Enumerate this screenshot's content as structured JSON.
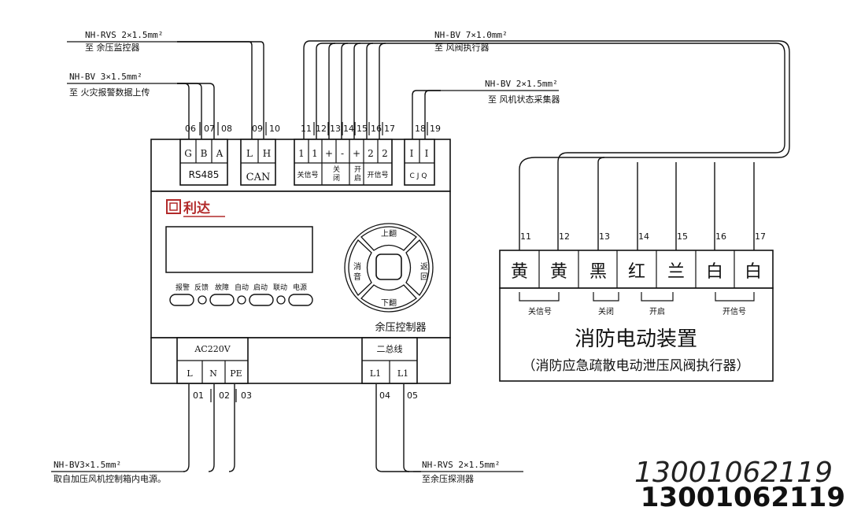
{
  "cables": {
    "can": {
      "spec": "NH-RVS 2×1.5mm²",
      "dest": "至 余压监控器"
    },
    "fire_alarm": {
      "spec": "NH-BV 3×1.5mm²",
      "dest": "至 火灾报警数据上传"
    },
    "damper": {
      "spec": "NH-BV 7×1.0mm²",
      "dest": "至 风阀执行器"
    },
    "fan": {
      "spec": "NH-BV 2×1.5mm²",
      "dest": "至 风机状态采集器"
    },
    "power": {
      "spec": "NH-BV3×1.5mm²",
      "dest": "取自加压风机控制箱内电源。"
    },
    "sensor": {
      "spec": "NH-RVS 2×1.5mm²",
      "dest": "至余压探测器"
    }
  },
  "top_terminals": {
    "numbers": [
      "06",
      "07",
      "08",
      "09",
      "10",
      "11",
      "12",
      "13",
      "14",
      "15",
      "16",
      "17",
      "18",
      "19"
    ],
    "labels": [
      "G",
      "B",
      "A",
      "L",
      "H",
      "1",
      "1",
      "+",
      "-",
      "+",
      "2",
      "2",
      "I",
      "I"
    ],
    "groups": {
      "rs485": "RS485",
      "can": "CAN",
      "close_signal": "关信号",
      "close": "关闭",
      "open": "开启",
      "open_signal": "开信号",
      "cjq": "CJQ"
    }
  },
  "controller": {
    "brand_logo": "利达",
    "title": "余压控制器",
    "indicators": [
      "报警",
      "反馈",
      "故障",
      "自动",
      "启动",
      "联动",
      "电源"
    ],
    "keys": {
      "up": "上翻",
      "down": "下翻",
      "mute": "消音",
      "back": "返回"
    }
  },
  "bottom_terminals": {
    "power_group": "AC220V",
    "bus_group": "二总线",
    "labels": [
      "L",
      "N",
      "PE",
      "L1",
      "L1"
    ],
    "numbers": [
      "01",
      "02",
      "03",
      "04",
      "05"
    ]
  },
  "device": {
    "numbers": [
      "11",
      "12",
      "13",
      "14",
      "15",
      "16",
      "17"
    ],
    "colors": [
      "黄",
      "黄",
      "黑",
      "红",
      "兰",
      "白",
      "白"
    ],
    "groups": {
      "close_signal": "关信号",
      "close": "关闭",
      "open": "开启",
      "open_signal": "开信号"
    },
    "title": "消防电动装置",
    "subtitle": "（消防应急疏散电动泄压风阀执行器）"
  },
  "watermark": {
    "handwritten": "13001062119",
    "bold": "13001062119"
  }
}
